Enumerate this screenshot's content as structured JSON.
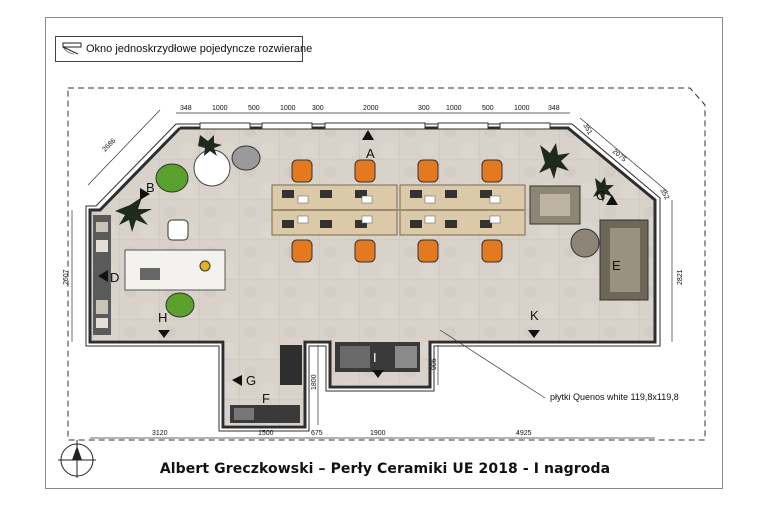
{
  "legend": {
    "label": "Okno jednoskrzydłowe pojedyncze rozwierane",
    "icon": "window-icon"
  },
  "caption": "Albert Greczkowski – Perły Ceramiki UE 2018 - I nagroda",
  "tile_note": "płytki Quenos white 119,8x119,8",
  "top_dims": [
    "348",
    "1000",
    "500",
    "1000",
    "300",
    "2000",
    "300",
    "1000",
    "500",
    "1000",
    "348"
  ],
  "bottom_dims": [
    "3120",
    "1500",
    "675",
    "1900",
    "4925"
  ],
  "side_dims": {
    "diag_left": "2686",
    "left": "2607",
    "right": "2821",
    "diag_right": "2075",
    "corner_top": "351",
    "corner_right": "352",
    "vertical_1800": "1800",
    "vertical_905": "905"
  },
  "view_markers": [
    "A",
    "B",
    "C",
    "D",
    "E",
    "F",
    "G",
    "H",
    "I",
    "K"
  ],
  "colors": {
    "floor": "#d6d0c8",
    "wall": "#3a3a3a",
    "chair_orange": "#e37a1f",
    "chair_green": "#5aa02c",
    "desk_wood": "#d9c7a6",
    "plant": "#1f2a1f"
  }
}
